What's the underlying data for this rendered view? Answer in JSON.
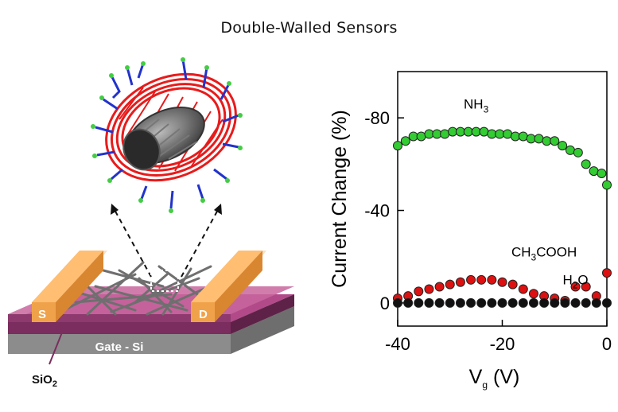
{
  "title": "Double-Walled Sensors",
  "device": {
    "source_label": "S",
    "drain_label": "D",
    "gate_label": "Gate - Si",
    "oxide_label": "SiO",
    "oxide_sub": "2"
  },
  "chart_data": {
    "type": "scatter",
    "xlabel_main": "V",
    "xlabel_sub": "g",
    "xlabel_unit": " (V)",
    "ylabel": "Current Change (%)",
    "xlim": [
      -40,
      0
    ],
    "ylim": [
      10,
      -100
    ],
    "y_reversed": true,
    "xticks": [
      -40,
      -20,
      0
    ],
    "yticks": [
      0,
      -40,
      -80
    ],
    "ytick_labels": [
      "0",
      "-40",
      "-80"
    ],
    "xtick_labels": [
      "-40",
      "-20",
      "0"
    ],
    "grid": false,
    "series": [
      {
        "name": "NH3",
        "label_parts": [
          "NH",
          "3",
          ""
        ],
        "color": "#33cc33",
        "x": [
          -40,
          -38.5,
          -37,
          -35.5,
          -34,
          -32.5,
          -31,
          -29.5,
          -28,
          -26.5,
          -25,
          -23.5,
          -22,
          -20.5,
          -19,
          -17.5,
          -16,
          -14.5,
          -13,
          -11.5,
          -10,
          -8.5,
          -7,
          -5.5,
          -4,
          -2.5,
          -1,
          0
        ],
        "y": [
          -68,
          -70,
          -72,
          -72,
          -73,
          -73,
          -73,
          -74,
          -74,
          -74,
          -74,
          -74,
          -73,
          -73,
          -73,
          -72,
          -72,
          -71,
          -71,
          -70,
          -70,
          -68,
          -66,
          -65,
          -60,
          -57,
          -56,
          -51
        ]
      },
      {
        "name": "CH3COOH",
        "label_parts": [
          "CH",
          "3",
          "COOH"
        ],
        "color": "#dd1111",
        "x": [
          -40,
          -38,
          -36,
          -34,
          -32,
          -30,
          -28,
          -26,
          -24,
          -22,
          -20,
          -18,
          -16,
          -14,
          -12,
          -10,
          -8,
          -6,
          -4,
          -2,
          0
        ],
        "y": [
          -2,
          -3,
          -5,
          -6,
          -7,
          -8,
          -9,
          -10,
          -10,
          -10,
          -9,
          -8,
          -6,
          -4,
          -3,
          -2,
          -1,
          -7,
          -7,
          -3,
          -13
        ]
      },
      {
        "name": "H2O",
        "label_parts": [
          "H",
          "2",
          "O"
        ],
        "color": "#111111",
        "x": [
          -40,
          -38,
          -36,
          -34,
          -32,
          -30,
          -28,
          -26,
          -24,
          -22,
          -20,
          -18,
          -16,
          -14,
          -12,
          -10,
          -8,
          -6,
          -4,
          -2,
          0
        ],
        "y": [
          0,
          0,
          0,
          0,
          0,
          0,
          0,
          0,
          0,
          0,
          0,
          0,
          0,
          0,
          0,
          0,
          0,
          0,
          0,
          0,
          0
        ]
      }
    ]
  }
}
